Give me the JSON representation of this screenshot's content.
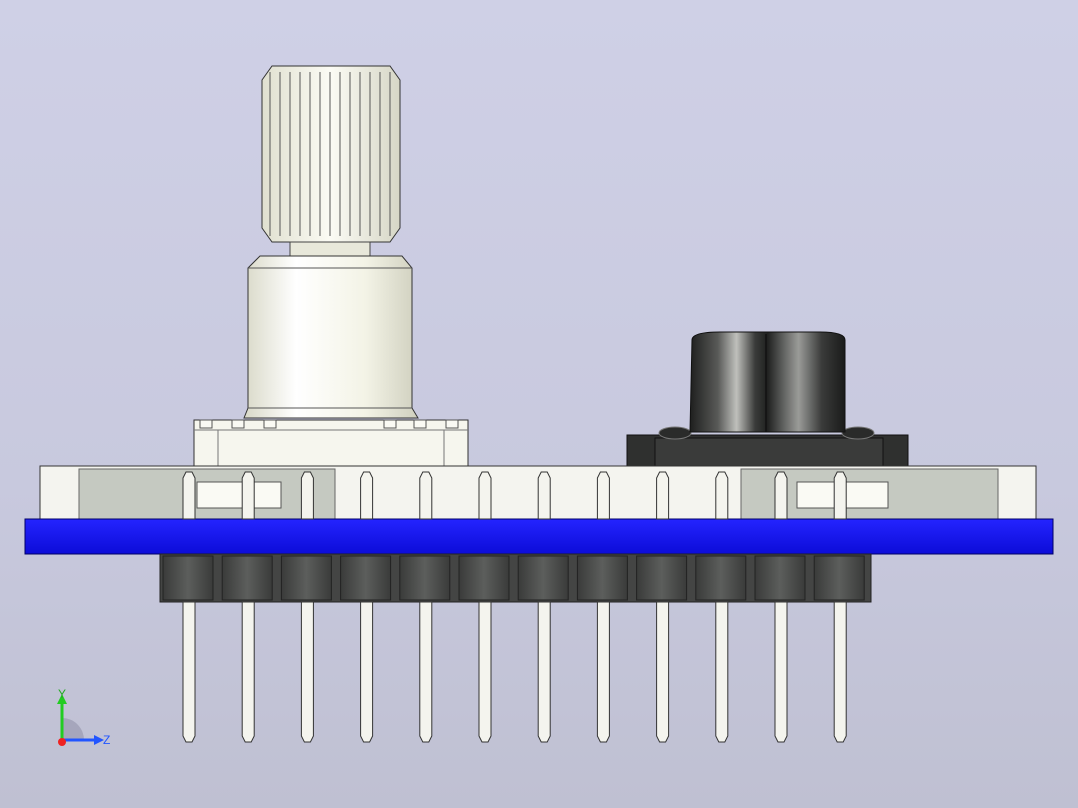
{
  "viewport": {
    "background_top": "#cfd0e6",
    "background_bottom": "#bfc0d2"
  },
  "model": {
    "pcb_color": "#1414f0",
    "header_pin_color": "#f4f4ee",
    "header_housing_color": "#505250",
    "shaft_color": "#f2f2e4",
    "button_cap_color": "#2a2b2a",
    "button_base_color": "#2f302f",
    "pin_count": 12
  },
  "triad": {
    "y_label": "Y",
    "z_label": "Z",
    "y_color": "#22cc22",
    "z_color": "#2255ff",
    "x_color": "#ee2222"
  }
}
